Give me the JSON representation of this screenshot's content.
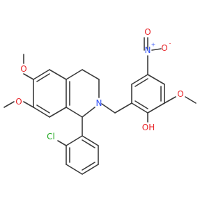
{
  "molecule": {
    "atoms": [
      {
        "id": "o_nitro_top",
        "label": "O",
        "color": "#e8262a"
      },
      {
        "id": "n_nitro",
        "label": "N",
        "color": "#3050f8",
        "charge": "+"
      },
      {
        "id": "o_nitro_right",
        "label": "O",
        "color": "#e8262a",
        "charge": "-"
      },
      {
        "id": "o_methoxy_aryl",
        "label": "O",
        "color": "#e8262a"
      },
      {
        "id": "o_hydroxyl",
        "label": "OH",
        "color": "#e8262a"
      },
      {
        "id": "n_ring",
        "label": "N",
        "color": "#3050f8"
      },
      {
        "id": "o_methoxy_6",
        "label": "O",
        "color": "#e8262a"
      },
      {
        "id": "o_methoxy_7",
        "label": "O",
        "color": "#e8262a"
      },
      {
        "id": "cl",
        "label": "Cl",
        "color": "#1ea81e"
      }
    ]
  }
}
